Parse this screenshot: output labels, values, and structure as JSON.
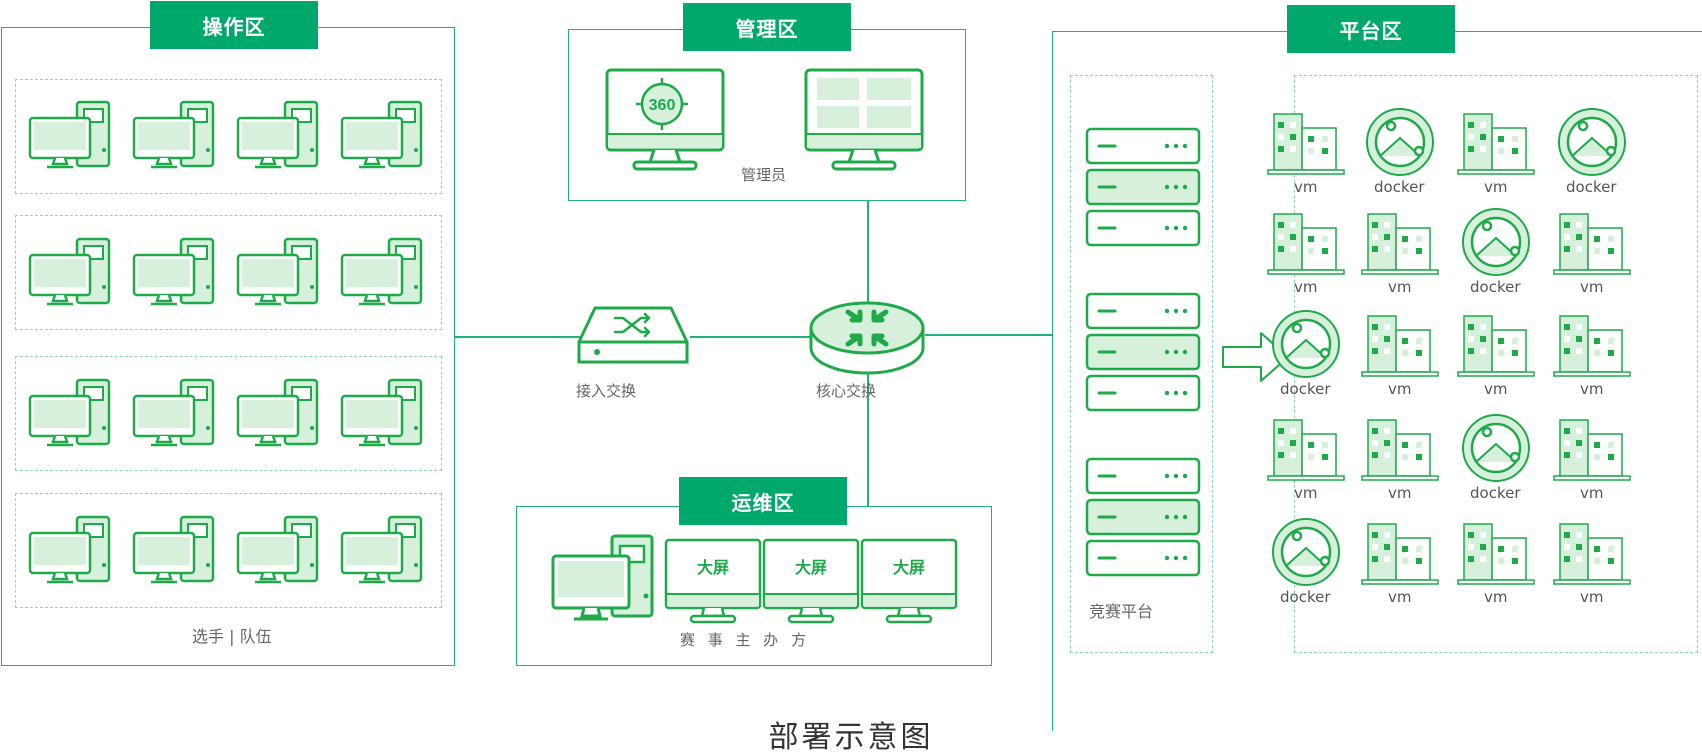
{
  "zones": {
    "operations": {
      "title": "操作区",
      "caption": "选手 | 队伍"
    },
    "management": {
      "title": "管理区",
      "caption": "管理员",
      "monitor_badge": "360"
    },
    "maintenance": {
      "title": "运维区",
      "screen_label": "大屏",
      "caption": "赛 事 主 办 方"
    },
    "platform": {
      "title": "平台区",
      "servers_caption": "竞赛平台"
    }
  },
  "network": {
    "access_switch": "接入交换",
    "core_switch": "核心交换"
  },
  "platform_grid": [
    [
      "vm",
      "docker",
      "vm",
      "docker"
    ],
    [
      "vm",
      "vm",
      "docker",
      "vm"
    ],
    [
      "docker",
      "vm",
      "vm",
      "vm"
    ],
    [
      "vm",
      "vm",
      "docker",
      "vm"
    ],
    [
      "docker",
      "vm",
      "vm",
      "vm"
    ]
  ],
  "footer_caption": "部署示意图",
  "colors": {
    "primary": "#00a86b",
    "icon_stroke": "#1faa4a",
    "icon_fill": "#d7f0dc",
    "border": "#20b27a",
    "dashed": "#8ed6b6"
  }
}
